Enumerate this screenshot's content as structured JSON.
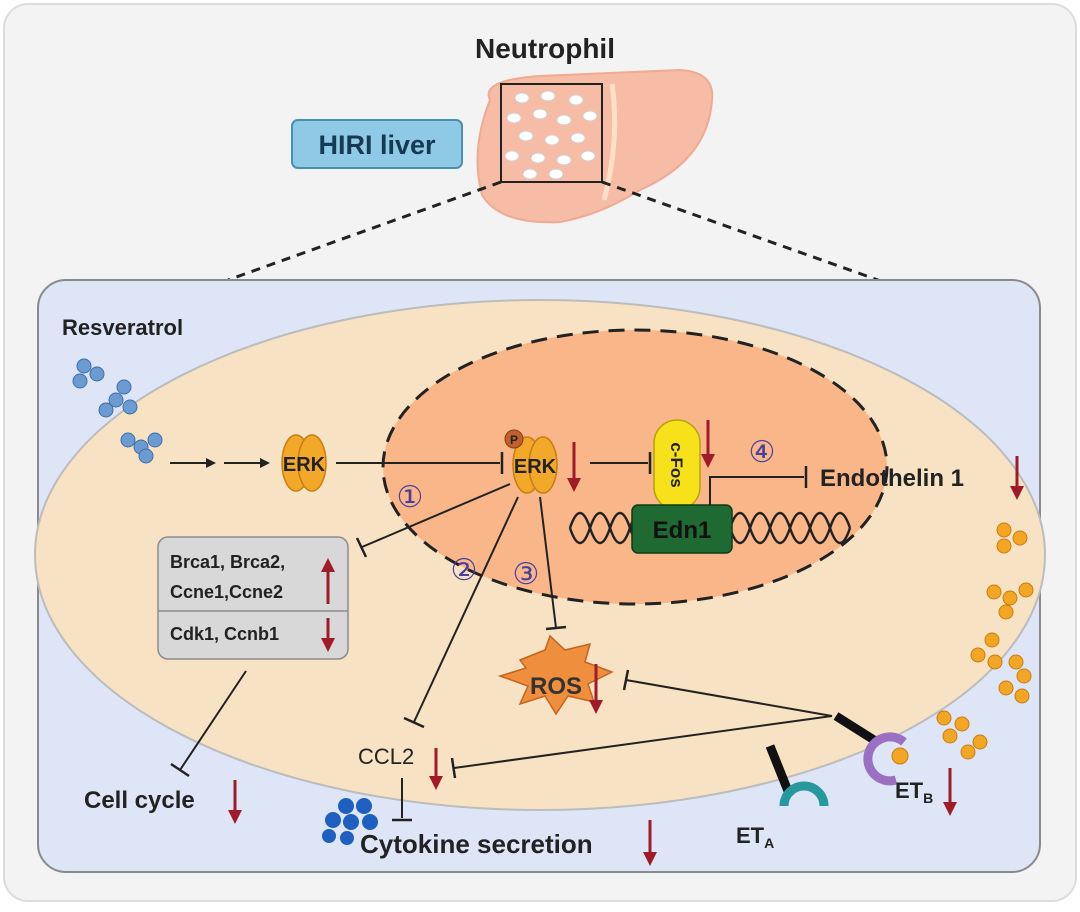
{
  "colors": {
    "outer_bg": "#f3f3f3",
    "cell_bg": "#dde5f7",
    "cytoplasm": "#f8e2c4",
    "nucleus": "#f9b789",
    "liver": "#f6bca5",
    "erk": "#f2a828",
    "cfos": "#f7e11a",
    "edn1": "#1f6a32",
    "box_fill": "#d8d8d8",
    "hiri_fill": "#8ecae6",
    "ros": "#ef8e3c",
    "down_arrow": "#9e1b27",
    "resveratrol": "#6c9bd1",
    "cytokine": "#1f5fbf",
    "endothelin": "#f2a623",
    "eta": "#27999e",
    "etb": "#9b6fc1"
  },
  "labels": {
    "neutrophil": "Neutrophil",
    "hiri_liver": "HIRI liver",
    "resveratrol": "Resveratrol",
    "erk_cyto": "ERK",
    "erk_nuc": "ERK",
    "phospho": "P",
    "cfos": "c-Fos",
    "edn1": "Edn1",
    "endothelin": "Endothelin 1",
    "box_line1": "Brca1, Brca2,",
    "box_line2": "Ccne1,Ccne2",
    "box_line3": "Cdk1, Ccnb1",
    "ros": "ROS",
    "ccl2": "CCL2",
    "cell_cycle": "Cell cycle",
    "cytokine": "Cytokine secretion",
    "eta_main": "ET",
    "eta_sub": "A",
    "etb_main": "ET",
    "etb_sub": "B",
    "step1": "①",
    "step2": "②",
    "step3": "③",
    "step4": "④"
  },
  "icons": {
    "up": "up-arrow-icon",
    "down": "down-arrow-icon",
    "inhibit": "inhibition-arrow-icon"
  }
}
